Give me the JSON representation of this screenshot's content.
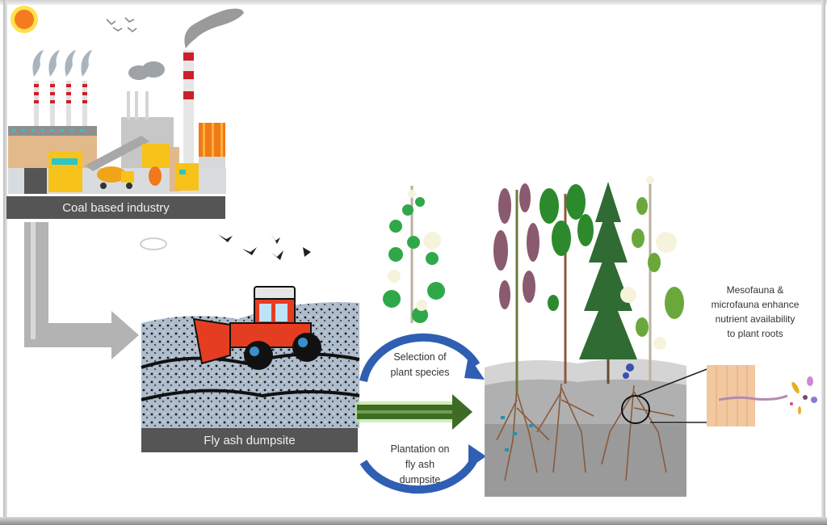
{
  "diagram": {
    "title": "Phytoremediation of fly ash dumpsites",
    "stages": {
      "industry": {
        "label": "Coal based industry"
      },
      "dumpsite": {
        "label": "Fly ash dumpsite"
      },
      "process_top": {
        "label_line1": "Selection of",
        "label_line2": "plant species"
      },
      "process_bottom": {
        "label_line1": "Plantation on",
        "label_line2": "fly ash",
        "label_line3": "dumpsite"
      },
      "annotation": {
        "line1": "Mesofauna &",
        "line2": "microfauna enhance",
        "line3": "nutrient availability",
        "line4": "to plant roots"
      }
    },
    "colors": {
      "label_bar": "#555555",
      "cycle_arrow": "#2f5fb3",
      "flow_arrow_green": "#3e6b25",
      "flow_arrow_gray": "#b3b3b3",
      "soil": "#9a9a9a"
    }
  }
}
